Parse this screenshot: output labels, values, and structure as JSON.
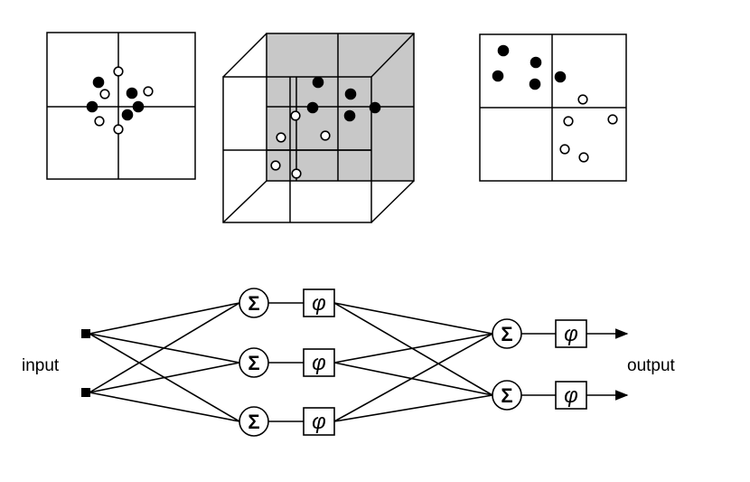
{
  "network": {
    "input_label": "input",
    "output_label": "output",
    "sum_symbol": "Σ",
    "activation_symbol": "φ"
  },
  "colors": {
    "background": "#ffffff",
    "ink": "#000000",
    "cube_back_face": "#c8c8c8"
  },
  "icons": {
    "filled_point": "filled-circle",
    "hollow_point": "hollow-circle",
    "input_node": "filled-square",
    "output_arrow": "arrowhead"
  }
}
